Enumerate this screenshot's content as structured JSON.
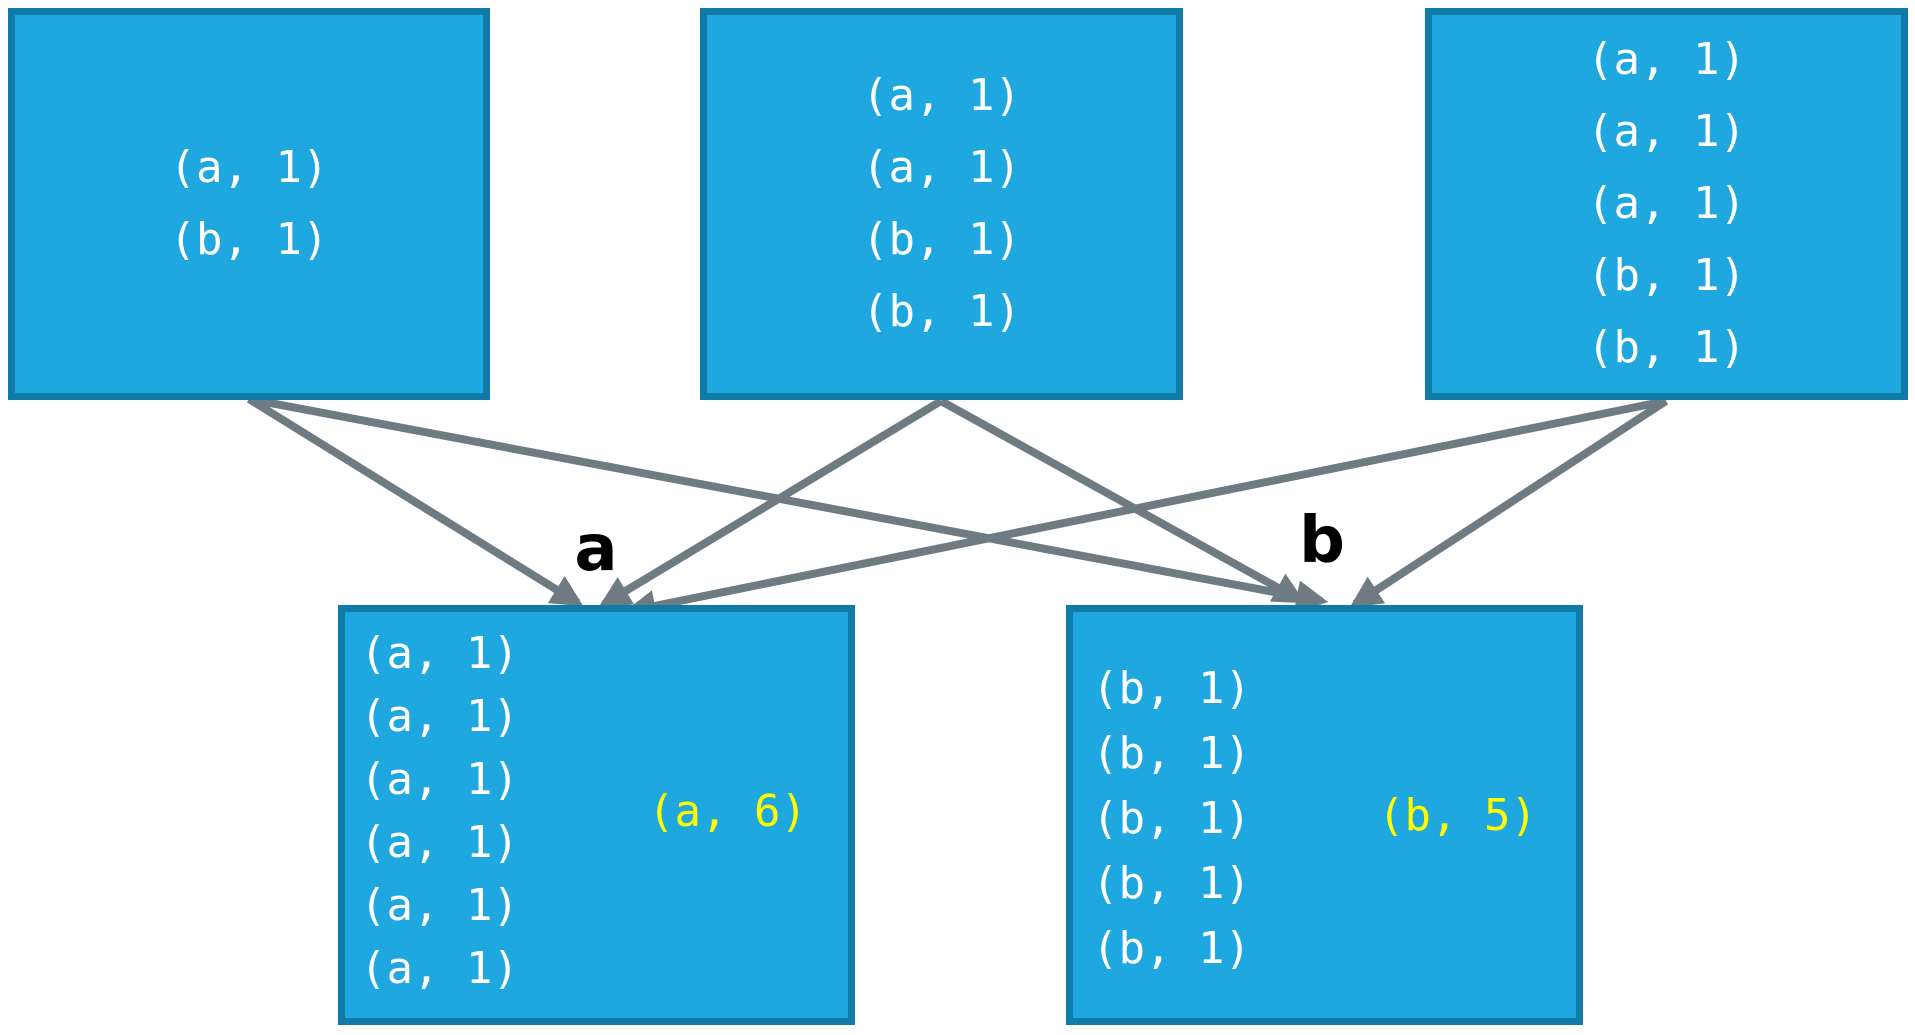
{
  "diagram": {
    "kind": "mapreduce-shuffle-and-reduce",
    "colors": {
      "box_fill": "#1FA8E0",
      "box_border": "#0F7BA6",
      "shuffle_arrow": "#6E7B82",
      "combine_arrow": "#C00000",
      "tuple_text": "#FFFFFF",
      "result_text": "#FFFF00",
      "key_label_text": "#000000",
      "background": "#FFFFFF"
    },
    "map_outputs": [
      {
        "name": "map-output-1",
        "tuples": [
          "(a, 1)",
          "(b, 1)"
        ]
      },
      {
        "name": "map-output-2",
        "tuples": [
          "(a, 1)",
          "(a, 1)",
          "(b, 1)",
          "(b, 1)"
        ]
      },
      {
        "name": "map-output-3",
        "tuples": [
          "(a, 1)",
          "(a, 1)",
          "(a, 1)",
          "(b, 1)",
          "(b, 1)"
        ]
      }
    ],
    "reduce_groups": [
      {
        "key": "a",
        "tuples": [
          "(a, 1)",
          "(a, 1)",
          "(a, 1)",
          "(a, 1)",
          "(a, 1)",
          "(a, 1)"
        ],
        "result": "(a, 6)"
      },
      {
        "key": "b",
        "tuples": [
          "(b, 1)",
          "(b, 1)",
          "(b, 1)",
          "(b, 1)",
          "(b, 1)"
        ],
        "result": "(b, 5)"
      }
    ],
    "connections": [
      {
        "from": "map-output-1",
        "to": "reduce-group-a"
      },
      {
        "from": "map-output-1",
        "to": "reduce-group-b"
      },
      {
        "from": "map-output-2",
        "to": "reduce-group-a"
      },
      {
        "from": "map-output-2",
        "to": "reduce-group-b"
      },
      {
        "from": "map-output-3",
        "to": "reduce-group-a"
      },
      {
        "from": "map-output-3",
        "to": "reduce-group-b"
      }
    ]
  }
}
